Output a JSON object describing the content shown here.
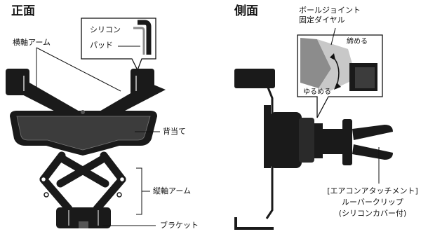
{
  "front": {
    "heading": "正面",
    "silicon_pad_line1": "シリコン",
    "silicon_pad_line2": "パッド",
    "horizontal_arm": "横軸アーム",
    "back_rest": "背当て",
    "vertical_arm": "縦軸アーム",
    "bracket": "ブラケット"
  },
  "side": {
    "heading": "側面",
    "ball_joint_line1": "ボールジョイント",
    "ball_joint_line2": "固定ダイヤル",
    "tighten": "締める",
    "loosen": "ゆるめる",
    "aircon_line1": "[エアコンアタッチメント]",
    "aircon_line2": "ルーバークリップ",
    "aircon_line3": "(シリコンカバー付)"
  },
  "colors": {
    "line": "#111111",
    "device_fill": "#1a1a1a",
    "pad_fill": "#3c3c3c",
    "gray_part": "#8c8c8c",
    "light_gray": "#c8c8c8"
  }
}
